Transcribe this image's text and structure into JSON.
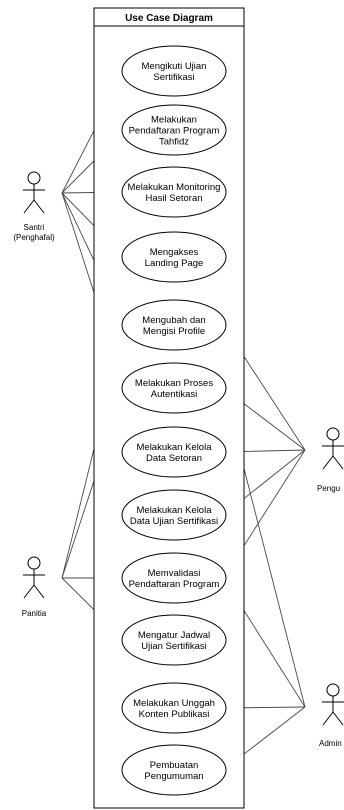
{
  "diagram": {
    "title": "Use Case Diagram",
    "actors": [
      {
        "id": "santri",
        "lines": [
          "Santri",
          "(Penghafal)"
        ]
      },
      {
        "id": "panitia",
        "lines": [
          "Panitia"
        ]
      },
      {
        "id": "penguji",
        "lines": [
          "Pengu"
        ]
      },
      {
        "id": "admin",
        "lines": [
          "Admin"
        ]
      }
    ],
    "use_cases": [
      {
        "id": "uc1",
        "lines": [
          "Mengikuti Ujian",
          "Sertifikasi"
        ]
      },
      {
        "id": "uc2",
        "lines": [
          "Melakukan",
          "Pendaftaran Program",
          "Tahfidz"
        ]
      },
      {
        "id": "uc3",
        "lines": [
          "Melakukan Monitoring",
          "Hasil Setoran"
        ]
      },
      {
        "id": "uc4",
        "lines": [
          "Mengakses",
          "Landing Page"
        ]
      },
      {
        "id": "uc5",
        "lines": [
          "Mengubah dan",
          "Mengisi Profile"
        ]
      },
      {
        "id": "uc6",
        "lines": [
          "Melakukan Proses",
          "Autentikasi"
        ]
      },
      {
        "id": "uc7",
        "lines": [
          "Melakukan Kelola",
          "Data Setoran"
        ]
      },
      {
        "id": "uc8",
        "lines": [
          "Melakukan Kelola",
          "Data Ujian Sertifikasi"
        ]
      },
      {
        "id": "uc9",
        "lines": [
          "Memvalidasi",
          "Pendaftaran Program"
        ]
      },
      {
        "id": "uc10",
        "lines": [
          "Mengatur Jadwal",
          "Ujian Sertifikasi"
        ]
      },
      {
        "id": "uc11",
        "lines": [
          "Melakukan Unggah",
          "Konten Publikasi"
        ]
      },
      {
        "id": "uc12",
        "lines": [
          "Pembuatan",
          "Pengumuman"
        ]
      }
    ],
    "associations": [
      [
        "santri",
        "uc1"
      ],
      [
        "santri",
        "uc2"
      ],
      [
        "santri",
        "uc3"
      ],
      [
        "santri",
        "uc4"
      ],
      [
        "santri",
        "uc5"
      ],
      [
        "santri",
        "uc6"
      ],
      [
        "panitia",
        "uc5"
      ],
      [
        "panitia",
        "uc6"
      ],
      [
        "panitia",
        "uc9"
      ],
      [
        "panitia",
        "uc10"
      ],
      [
        "penguji",
        "uc5"
      ],
      [
        "penguji",
        "uc6"
      ],
      [
        "penguji",
        "uc7"
      ],
      [
        "penguji",
        "uc8"
      ],
      [
        "penguji",
        "uc9"
      ],
      [
        "admin",
        "uc6"
      ],
      [
        "admin",
        "uc9"
      ],
      [
        "admin",
        "uc11"
      ],
      [
        "admin",
        "uc12"
      ]
    ]
  }
}
